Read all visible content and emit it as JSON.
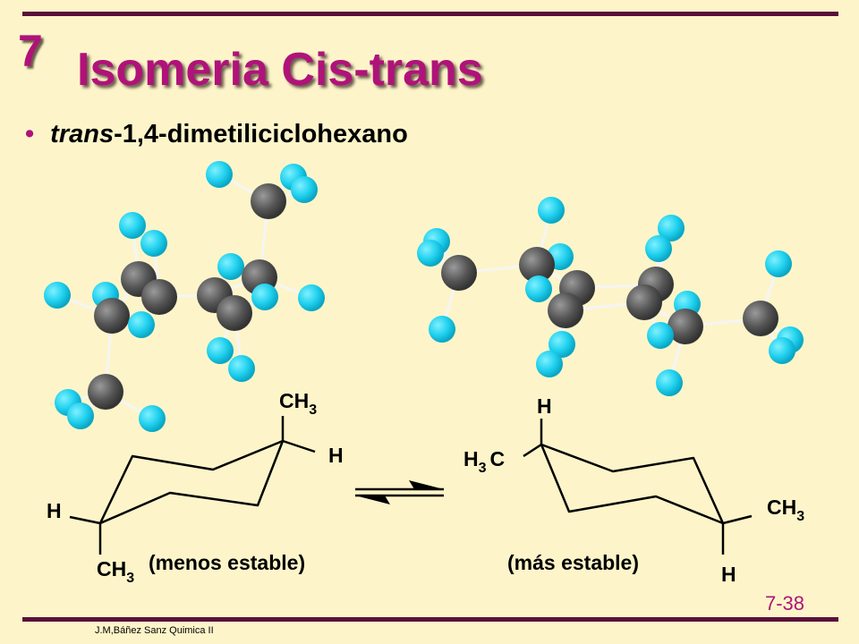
{
  "slide": {
    "chapter": "7",
    "title": "Isomeria Cis-trans",
    "bullet_prefix": "trans",
    "bullet_text": "-1,4-dimetiliciclohexano",
    "slide_number": "7-38",
    "footer": "J.M,Báñez Sanz Quimica II"
  },
  "left_chair": {
    "top_group_main": "CH",
    "top_group_sub": "3",
    "top_h": "H",
    "left_h": "H",
    "bottom_group_main": "CH",
    "bottom_group_sub": "3",
    "caption": "(menos estable)"
  },
  "right_chair": {
    "top_h": "H",
    "left_group_main": "H",
    "left_group_sub": "3",
    "left_group_c": "C",
    "right_group_main": "CH",
    "right_group_sub": "3",
    "bottom_h": "H",
    "caption": "(más estable)"
  },
  "colors": {
    "title": "#b0127a",
    "rule": "#5a0f3a",
    "background": "#fdf5c9",
    "carbon": "#555555",
    "hydrogen": "#1fd0ee"
  }
}
